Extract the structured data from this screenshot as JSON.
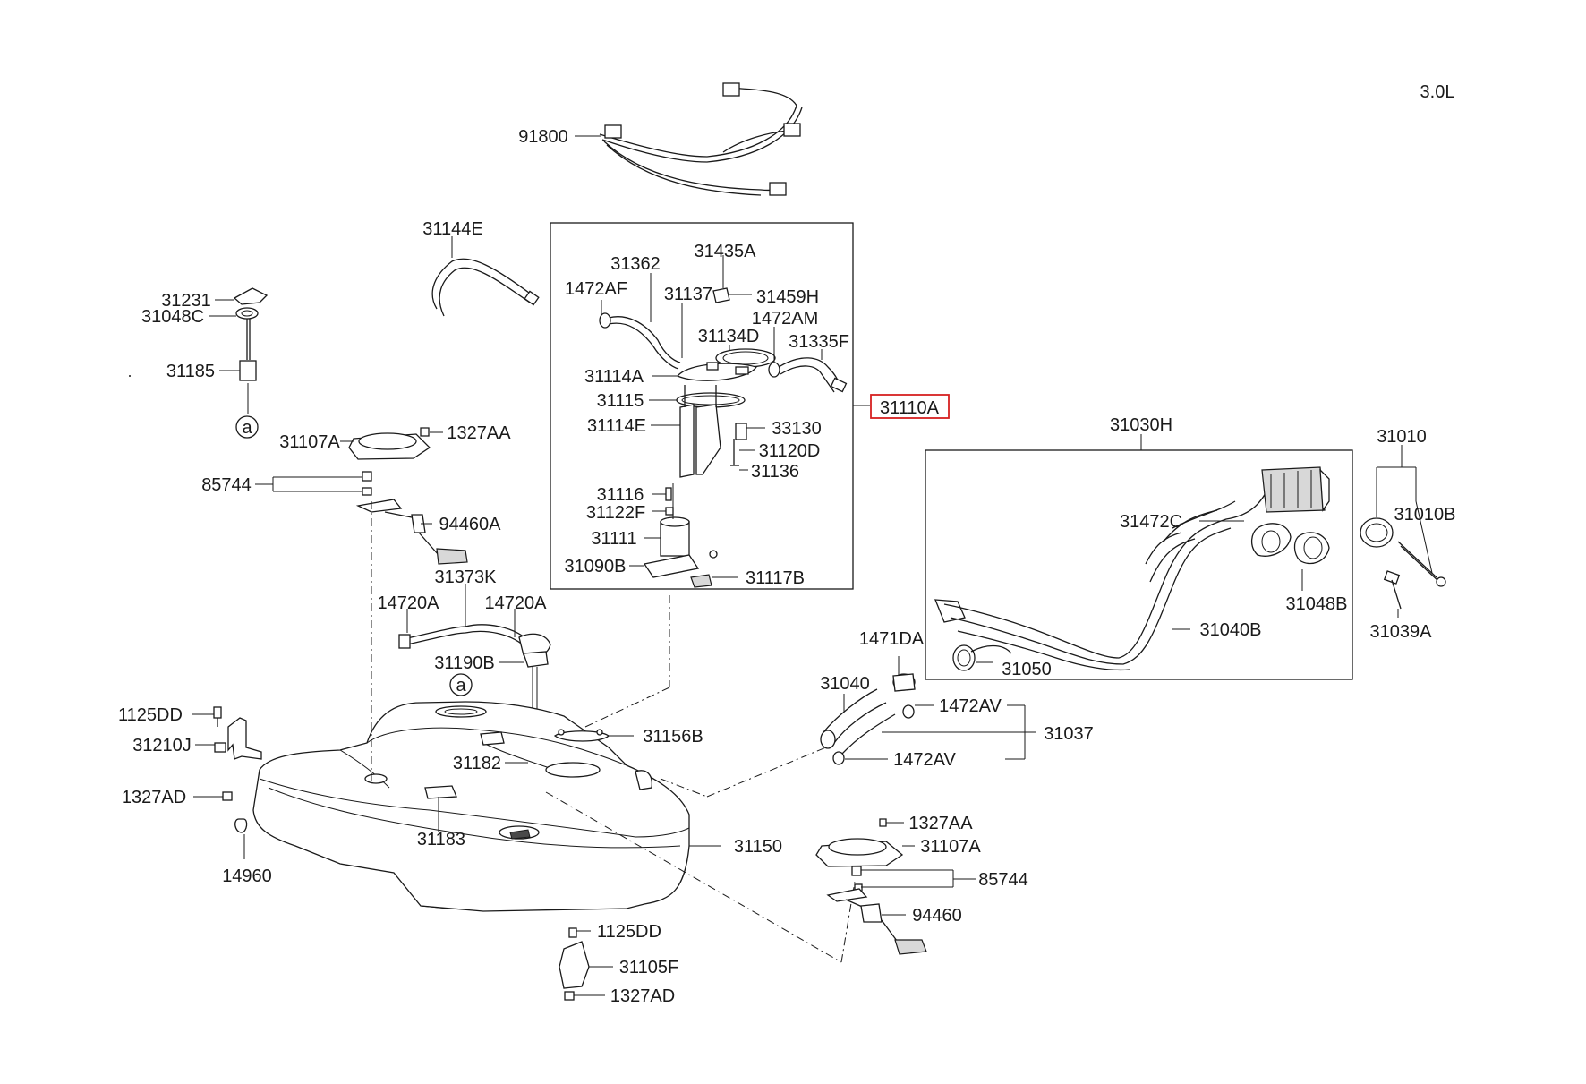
{
  "engine": "3.0L",
  "circle_ref": "a",
  "highlighted_part": "31110A",
  "labels": {
    "p91800": "91800",
    "p31144E": "31144E",
    "p31231": "31231",
    "p31048C": "31048C",
    "p31185": "31185",
    "p31107A_top": "31107A",
    "p1327AA_top": "1327AA",
    "p85744_top": "85744",
    "p94460A": "94460A",
    "p31373K": "31373K",
    "p14720A_l": "14720A",
    "p14720A_r": "14720A",
    "p31190B": "31190B",
    "p1125DD_l": "1125DD",
    "p31210J": "31210J",
    "p1327AD_l": "1327AD",
    "p14960": "14960",
    "p31183": "31183",
    "p31182": "31182",
    "p31156B": "31156B",
    "p31150": "31150",
    "p1125DD_b": "1125DD",
    "p31105F": "31105F",
    "p1327AD_b": "1327AD",
    "p31362": "31362",
    "p31435A": "31435A",
    "p1472AF": "1472AF",
    "p31137": "31137",
    "p31459H": "31459H",
    "p1472AM": "1472AM",
    "p31134D": "31134D",
    "p31335F": "31335F",
    "p31114A": "31114A",
    "p31115": "31115",
    "p31114E": "31114E",
    "p33130": "33130",
    "p31120D": "31120D",
    "p31136": "31136",
    "p31116": "31116",
    "p31122F": "31122F",
    "p31111": "31111",
    "p31090B": "31090B",
    "p31117B": "31117B",
    "p31110A": "31110A",
    "p31030H": "31030H",
    "p31472C": "31472C",
    "p31048B": "31048B",
    "p31040B": "31040B",
    "p31050": "31050",
    "p31010": "31010",
    "p31010B": "31010B",
    "p31039A": "31039A",
    "p1471DA": "1471DA",
    "p31040": "31040",
    "p1472AV_t": "1472AV",
    "p31037": "31037",
    "p1472AV_b": "1472AV",
    "p1327AA_b": "1327AA",
    "p31107A_b": "31107A",
    "p85744_b": "85744",
    "p94460": "94460"
  }
}
